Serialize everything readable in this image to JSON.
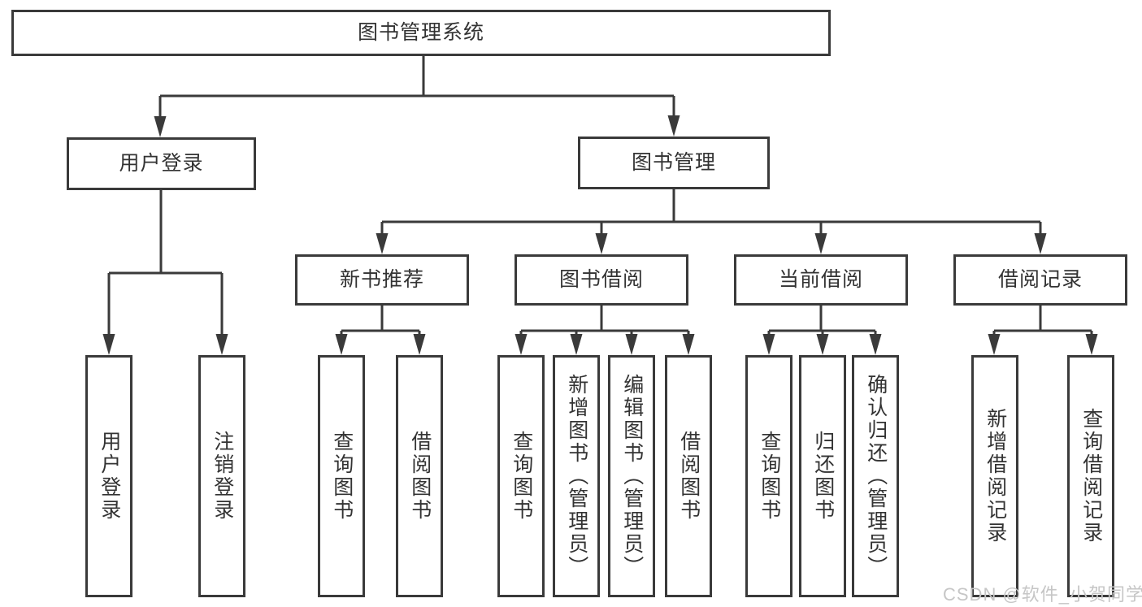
{
  "diagram": {
    "tree": {
      "label": "图书管理系统",
      "children": [
        {
          "label": "用户登录",
          "children": [
            {
              "label": "用户登录"
            },
            {
              "label": "注销登录"
            }
          ]
        },
        {
          "label": "图书管理",
          "children": [
            {
              "label": "新书推荐",
              "children": [
                {
                  "label": "查询图书"
                },
                {
                  "label": "借阅图书"
                }
              ]
            },
            {
              "label": "图书借阅",
              "children": [
                {
                  "label": "查询图书"
                },
                {
                  "label": "新增图书（管理员）"
                },
                {
                  "label": "编辑图书（管理员）"
                },
                {
                  "label": "借阅图书"
                }
              ]
            },
            {
              "label": "当前借阅",
              "children": [
                {
                  "label": "查询图书"
                },
                {
                  "label": "归还图书"
                },
                {
                  "label": "确认归还（管理员）"
                }
              ]
            },
            {
              "label": "借阅记录",
              "children": [
                {
                  "label": "新增借阅记录"
                },
                {
                  "label": "查询借阅记录"
                }
              ]
            }
          ]
        }
      ]
    },
    "colors": {
      "line": "#3a3a3a",
      "text": "#333333",
      "box_fill": "#ffffff",
      "watermark": "#c6c6c6"
    }
  },
  "watermark": {
    "text": "CSDN @软件_小贺同学"
  }
}
